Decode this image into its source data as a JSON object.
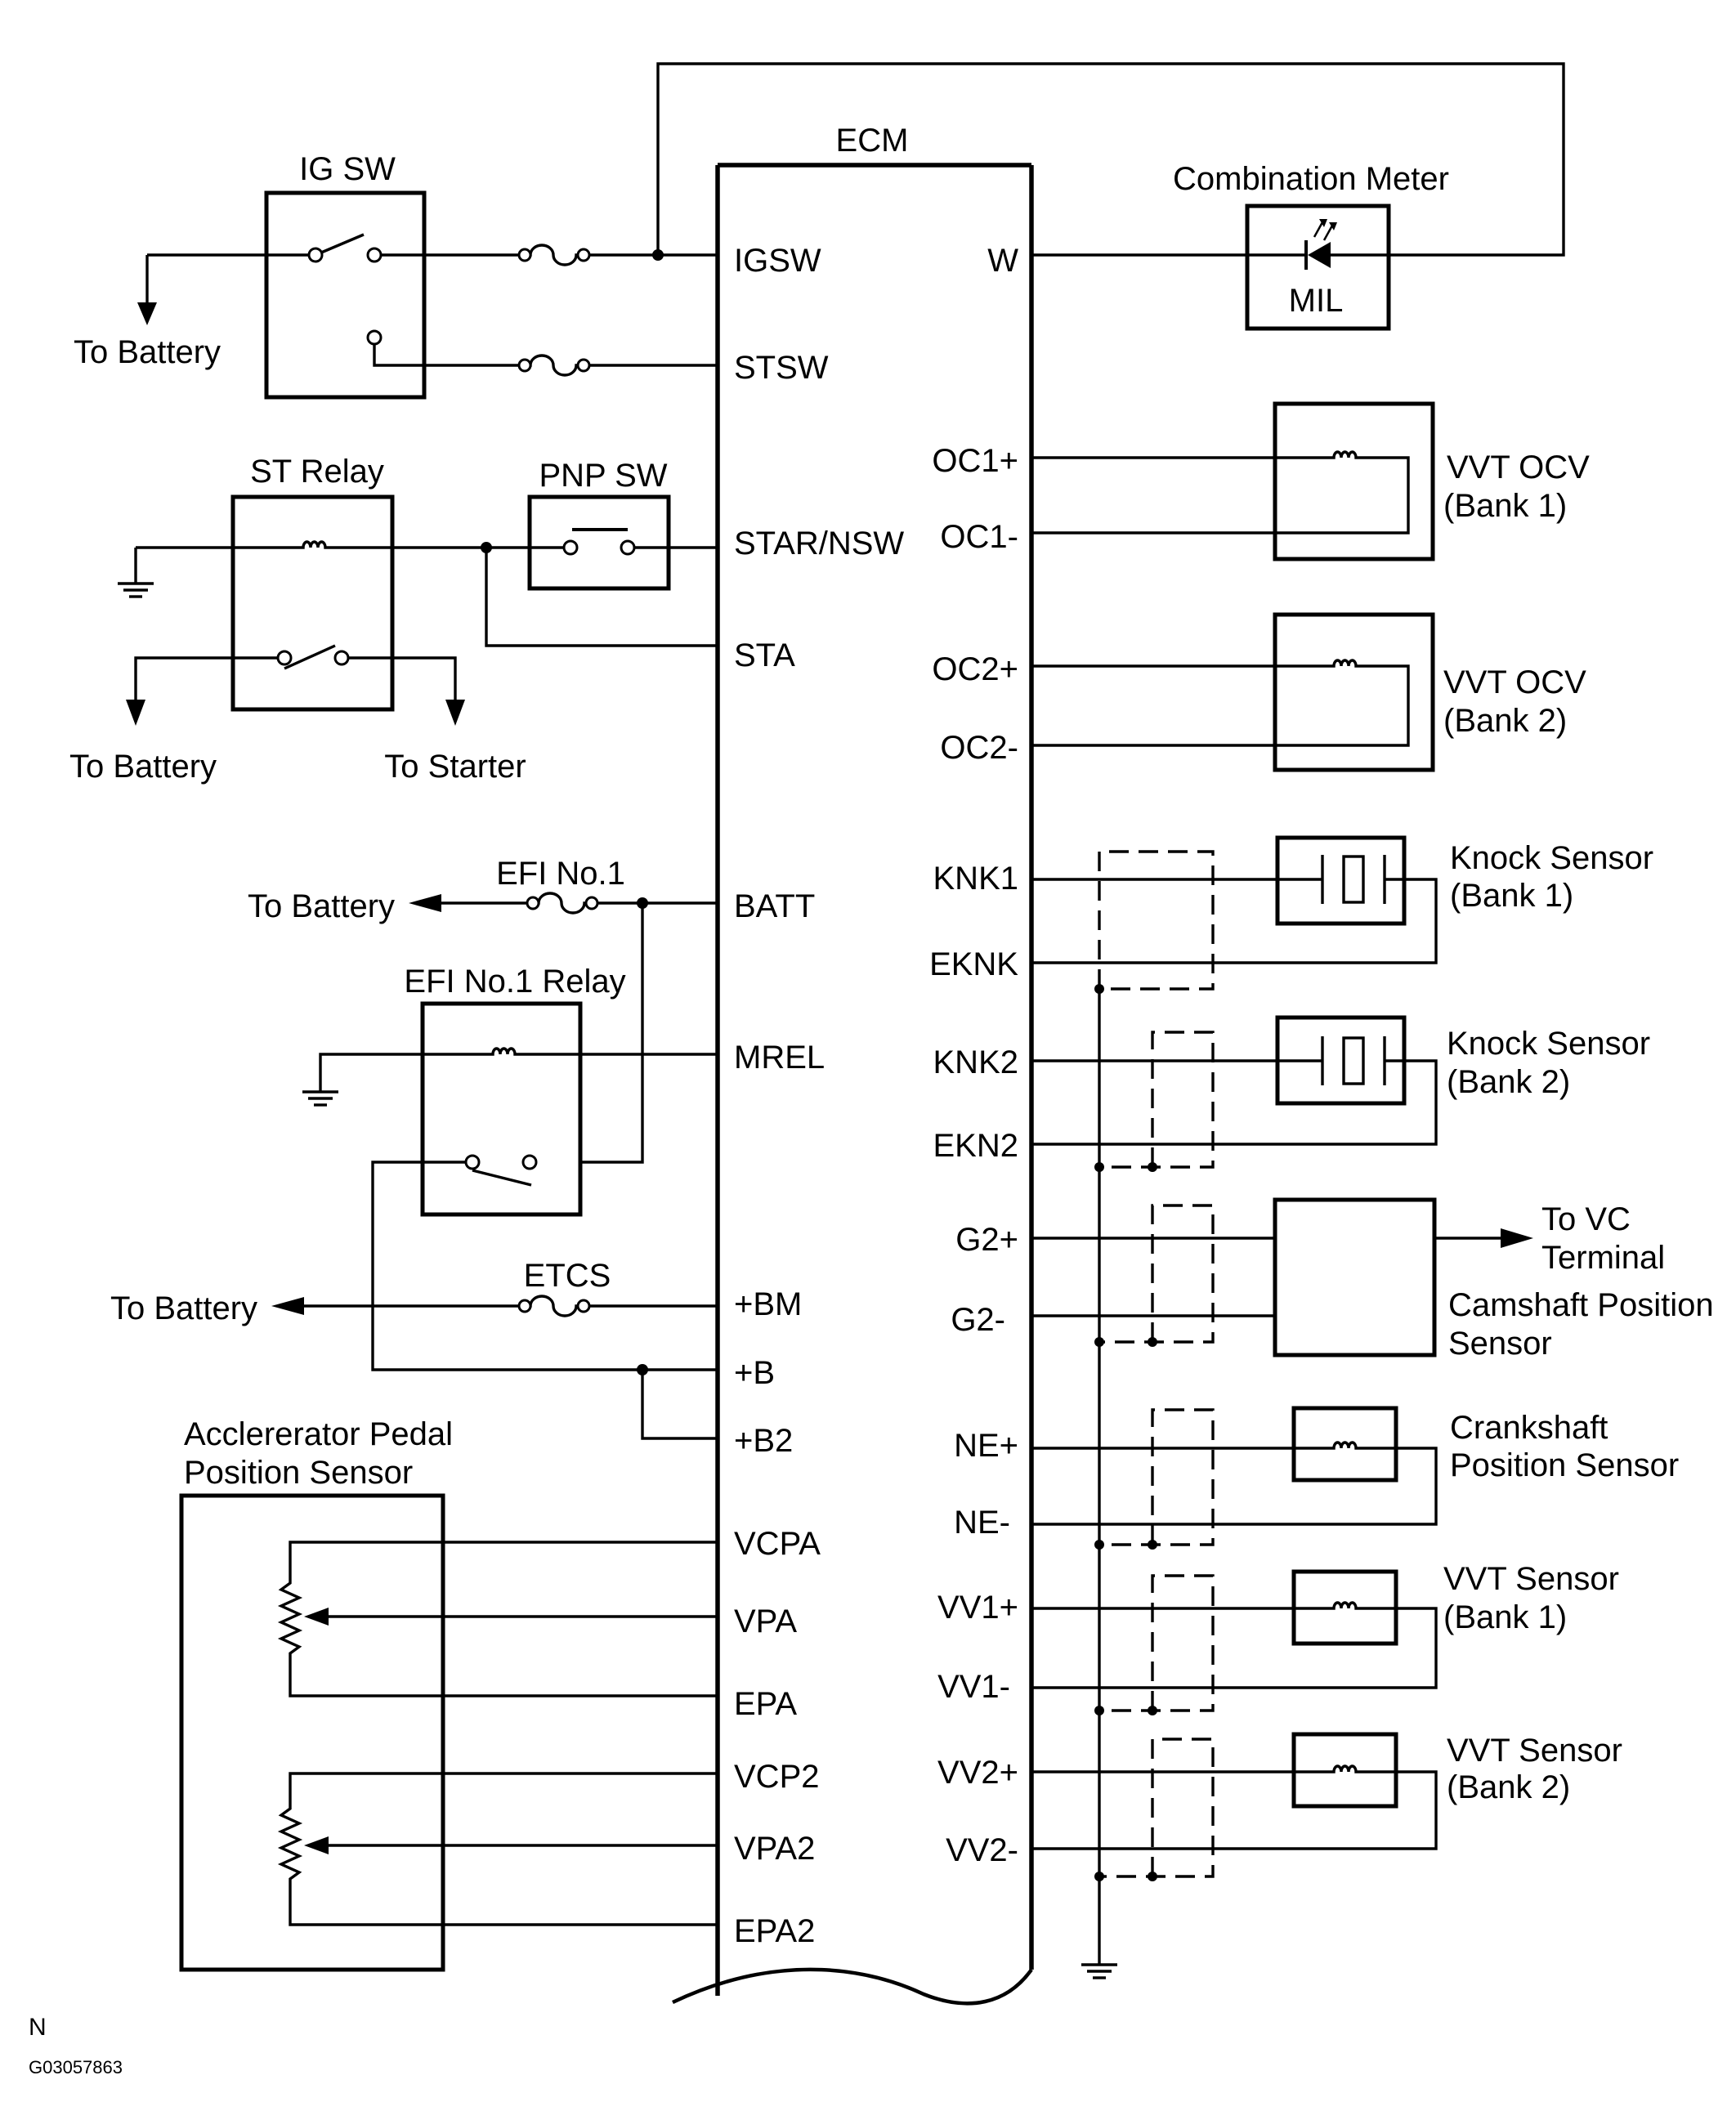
{
  "labels": {
    "ecm": "ECM",
    "ig_sw": "IG SW",
    "combination_meter": "Combination Meter",
    "mil": "MIL",
    "to_battery_1": "To Battery",
    "st_relay": "ST Relay",
    "pnp_sw": "PNP SW",
    "to_battery_2": "To Battery",
    "to_starter": "To Starter",
    "vvt_ocv_1": "VVT OCV",
    "bank1_ocv": "(Bank 1)",
    "vvt_ocv_2": "VVT OCV",
    "bank2_ocv": "(Bank 2)",
    "efi_no1": "EFI No.1",
    "to_battery_3": "To Battery",
    "efi_relay": "EFI No.1 Relay",
    "etcs": "ETCS",
    "to_battery_4": "To Battery",
    "knock1": "Knock Sensor",
    "bank1_knk": "(Bank 1)",
    "knock2": "Knock Sensor",
    "bank2_knk": "(Bank 2)",
    "to_vc_1": "To VC",
    "to_vc_2": "Terminal",
    "cam_1": "Camshaft Position",
    "cam_2": "Sensor",
    "crank_1": "Crankshaft",
    "crank_2": "Position Sensor",
    "vvt_sensor_1": "VVT Sensor",
    "bank1_vv": "(Bank 1)",
    "vvt_sensor_2": "VVT Sensor",
    "bank2_vv": "(Bank 2)",
    "app_1": "Acclererator Pedal",
    "app_2": "Position Sensor",
    "corner_n": "N",
    "figure_id": "G03057863"
  },
  "pins_left": {
    "igsw": "IGSW",
    "stsw": "STSW",
    "starnsw": "STAR/NSW",
    "sta": "STA",
    "batt": "BATT",
    "mrel": "MREL",
    "bm": "+BM",
    "b": "+B",
    "b2": "+B2",
    "vcpa": "VCPA",
    "vpa": "VPA",
    "epa": "EPA",
    "vcp2": "VCP2",
    "vpa2": "VPA2",
    "epa2": "EPA2"
  },
  "pins_right": {
    "w": "W",
    "oc1p": "OC1+",
    "oc1m": "OC1-",
    "oc2p": "OC2+",
    "oc2m": "OC2-",
    "knk1": "KNK1",
    "eknk": "EKNK",
    "knk2": "KNK2",
    "ekn2": "EKN2",
    "g2p": "G2+",
    "g2m": "G2-",
    "nep": "NE+",
    "nem": "NE-",
    "vv1p": "VV1+",
    "vv1m": "VV1-",
    "vv2p": "VV2+",
    "vv2m": "VV2-"
  }
}
